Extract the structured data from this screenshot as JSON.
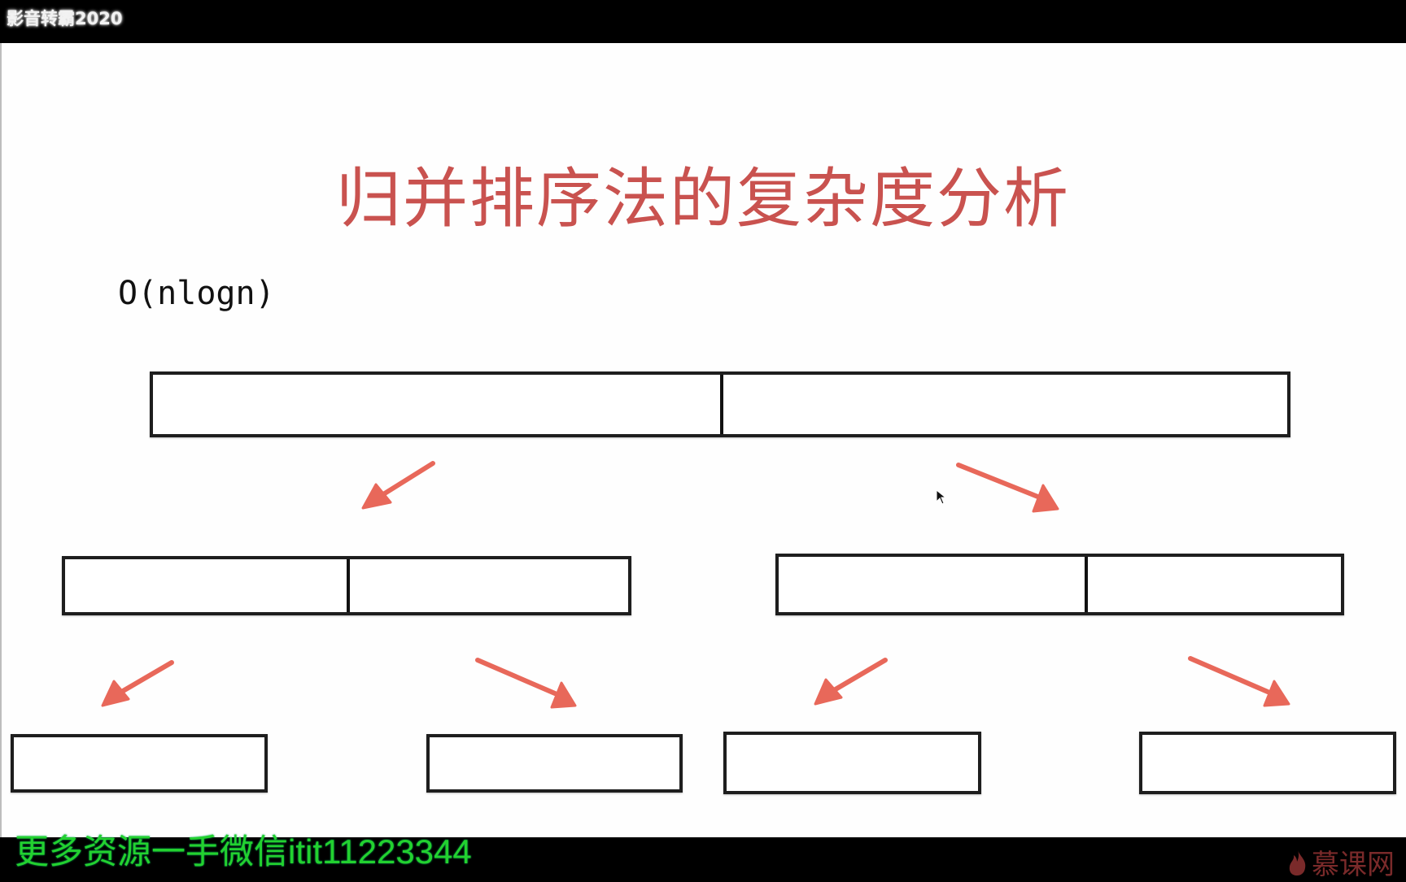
{
  "player": {
    "label": "影音转霸2020"
  },
  "slide": {
    "title": "归并排序法的复杂度分析",
    "complexity": "O(nlogn)",
    "colors": {
      "title": "#c9524f",
      "arrow": "#e8685a",
      "box_border": "#1e1e1e"
    },
    "levels": [
      {
        "level": 0,
        "boxes": [
          {
            "parts": 2
          }
        ]
      },
      {
        "level": 1,
        "boxes": [
          {
            "parts": 2
          },
          {
            "parts": 2
          }
        ]
      },
      {
        "level": 2,
        "boxes": [
          {
            "parts": 1
          },
          {
            "parts": 1
          },
          {
            "parts": 1
          },
          {
            "parts": 1
          }
        ]
      }
    ],
    "arrows": [
      {
        "from": "level0",
        "direction": "down-left"
      },
      {
        "from": "level0",
        "direction": "down-right"
      },
      {
        "from": "level1-left",
        "direction": "down-left"
      },
      {
        "from": "level1-left",
        "direction": "down-right"
      },
      {
        "from": "level1-right",
        "direction": "down-left"
      },
      {
        "from": "level1-right",
        "direction": "down-right"
      }
    ]
  },
  "overlay": {
    "watermark": "更多资源一手微信itit11223344",
    "watermark_color": "#23d12f",
    "logo_text": "慕课网"
  }
}
